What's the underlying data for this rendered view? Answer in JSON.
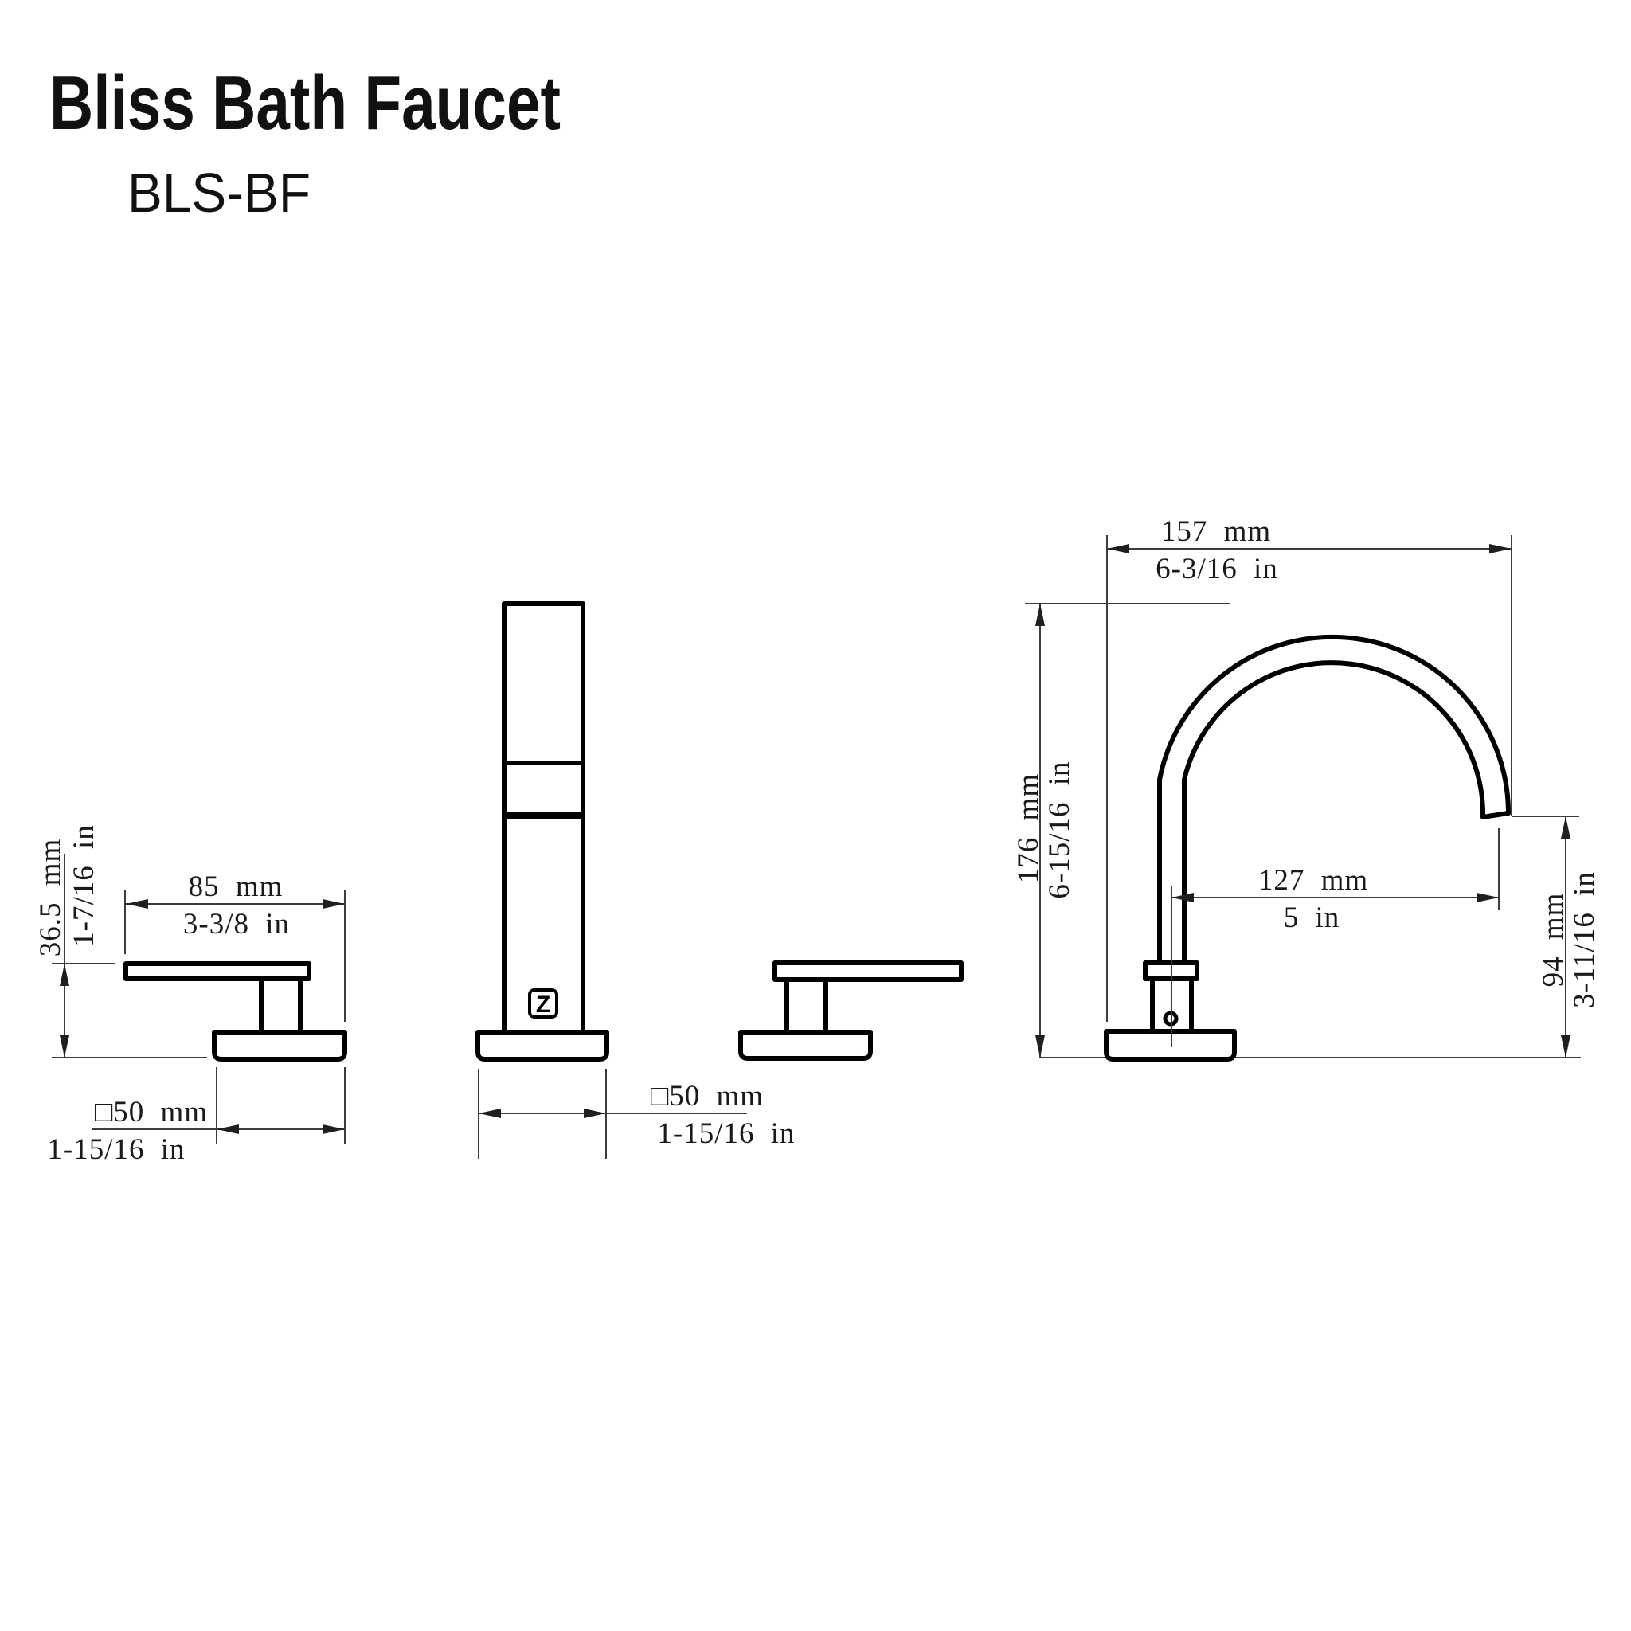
{
  "header": {
    "title": "Bliss Bath Faucet",
    "model": "BLS-BF"
  },
  "logo": {
    "letter": "Z"
  },
  "colors": {
    "part_outline": "#000000",
    "dimension_line": "#3d3d3d",
    "text": "#1a1a1a",
    "background": "#ffffff"
  },
  "views": {
    "handle_side": "handle side view",
    "handle_front": "handle front view",
    "handle_side_mirrored": "handle side view mirrored",
    "spout_side": "spout side view"
  },
  "dims": {
    "handle_height": {
      "mm": "36.5 mm",
      "in": "1-7/16 in"
    },
    "handle_length": {
      "mm": "85 mm",
      "in": "3-3/8 in"
    },
    "handle_base_side": {
      "mm": "□50 mm",
      "in": "1-15/16 in"
    },
    "handle_base_front": {
      "mm": "□50 mm",
      "in": "1-15/16 in"
    },
    "spout_width": {
      "mm": "157 mm",
      "in": "6-3/16 in"
    },
    "spout_height": {
      "mm": "176 mm",
      "in": "6-15/16 in"
    },
    "spout_reach": {
      "mm": "127 mm",
      "in": "5 in"
    },
    "outlet_height": {
      "mm": "94 mm",
      "in": "3-11/16 in"
    }
  }
}
